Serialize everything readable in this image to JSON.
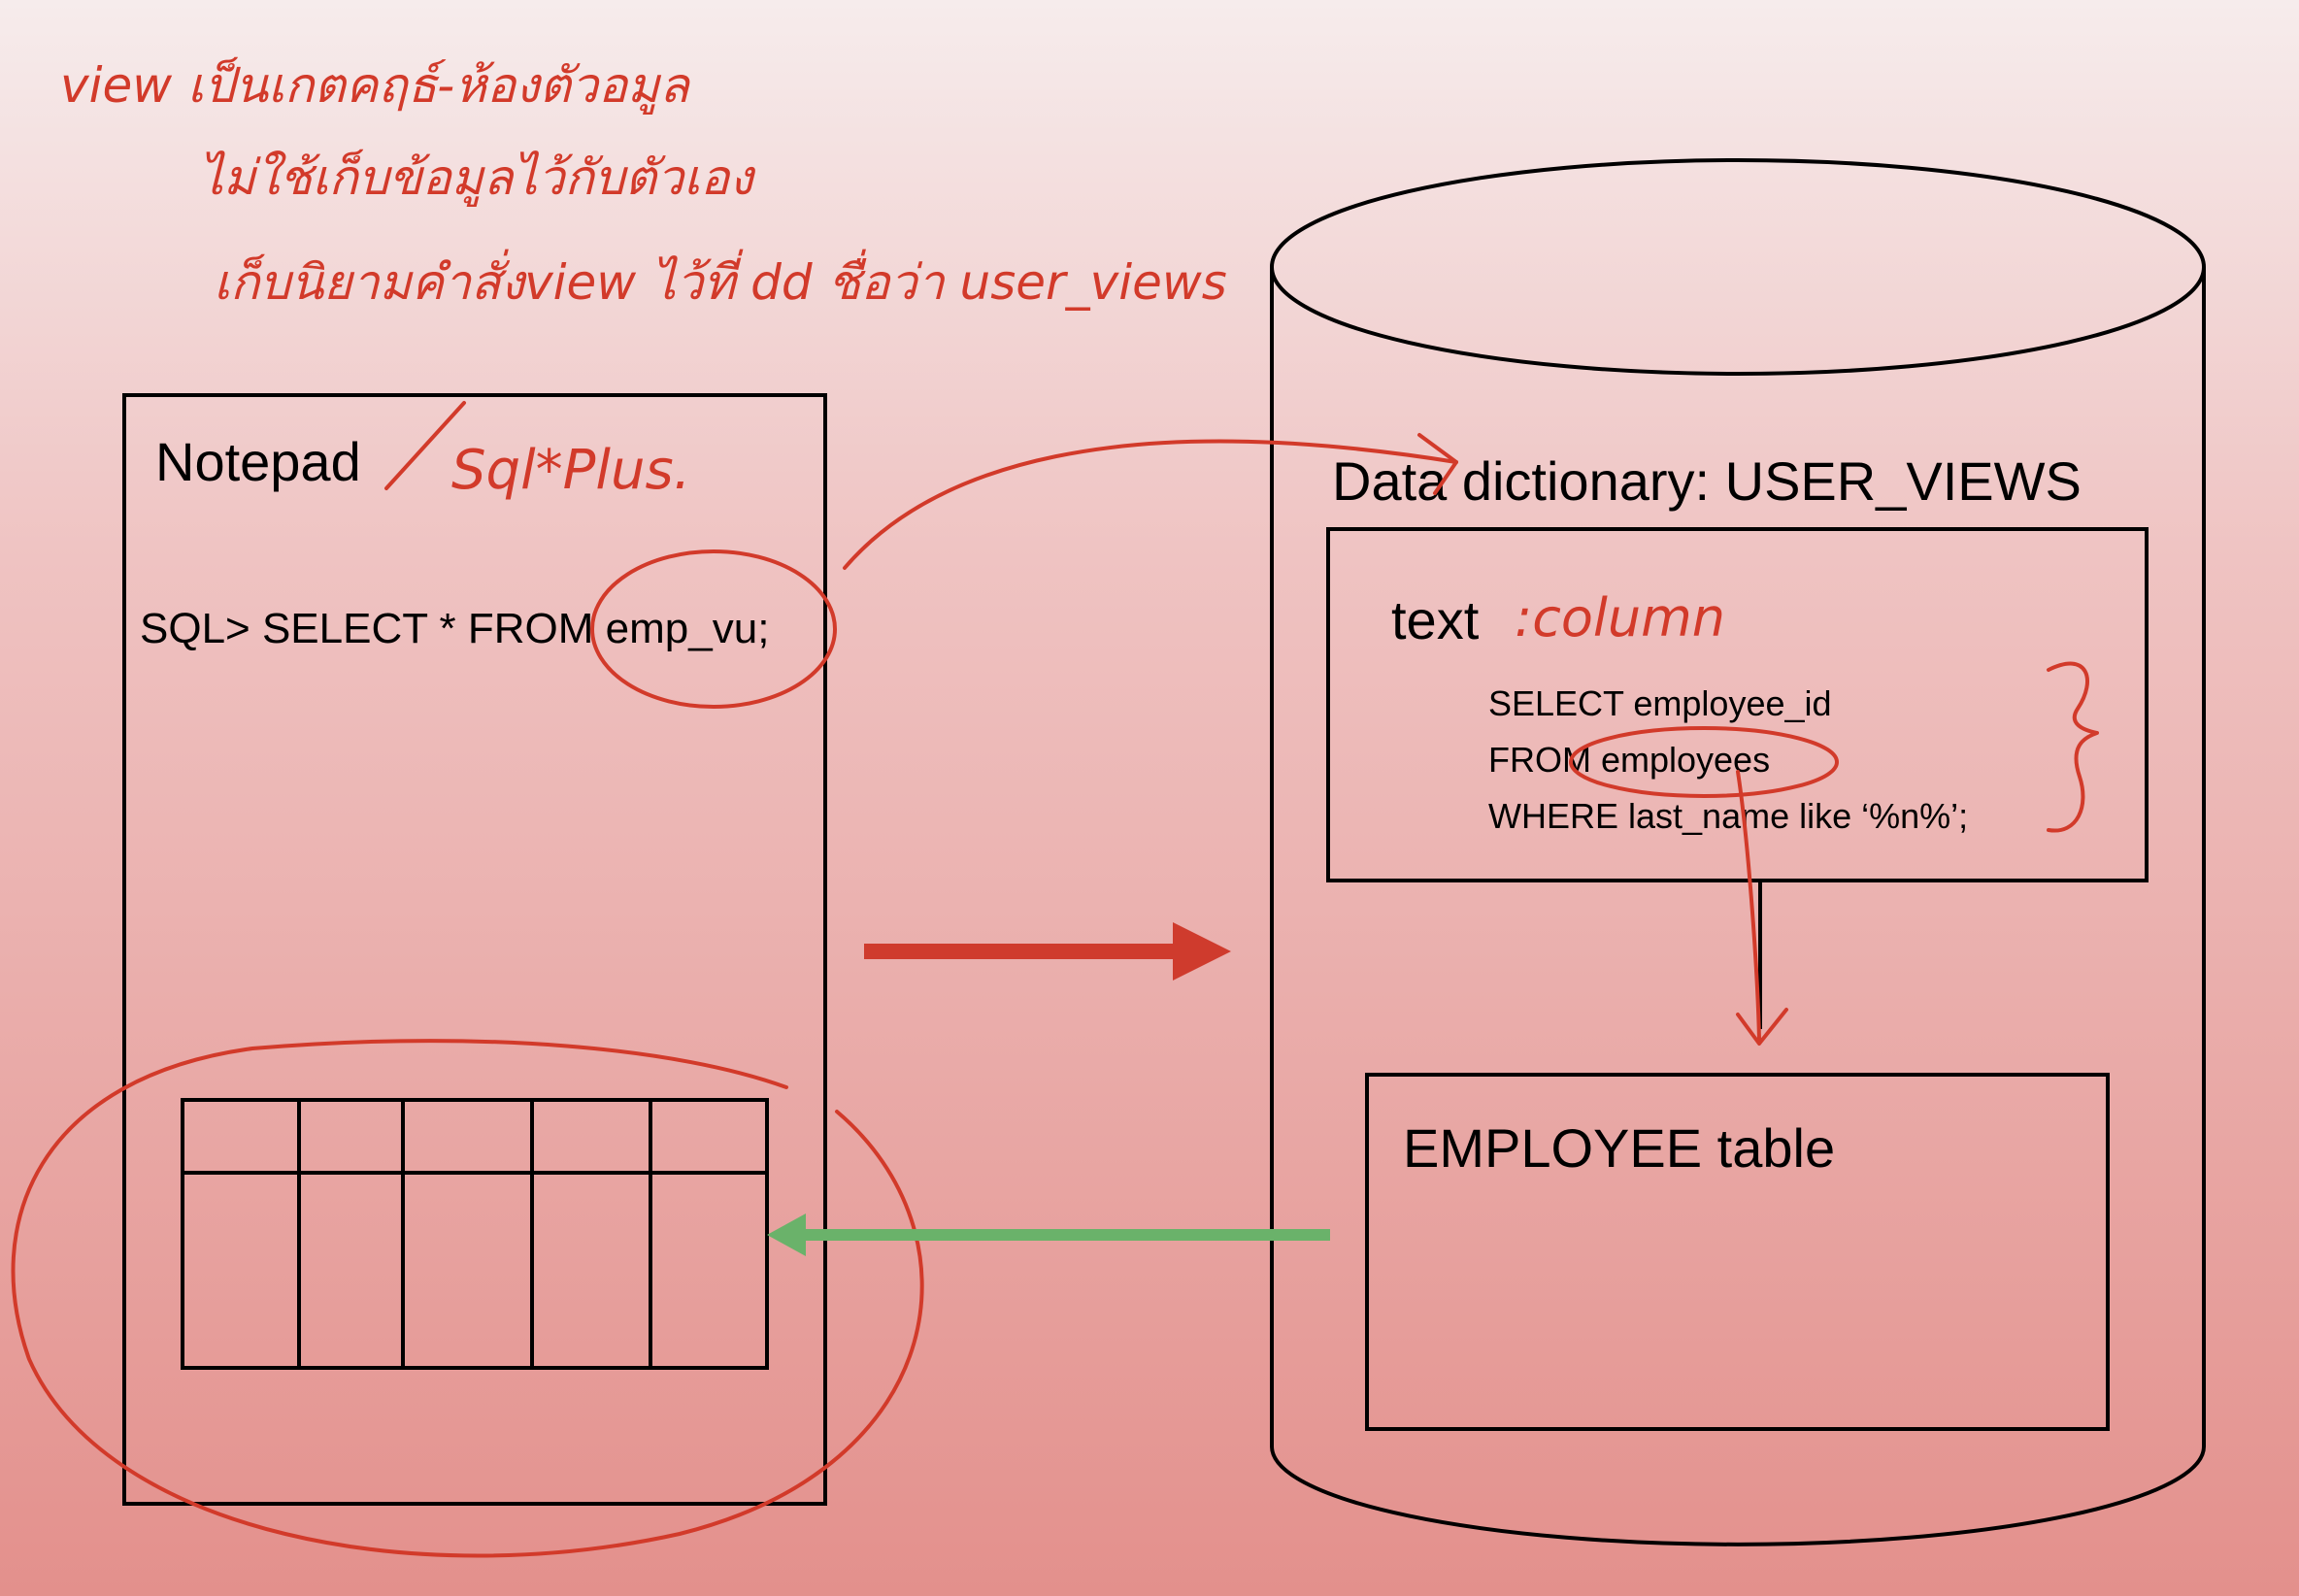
{
  "annotations": {
    "line1": "view เป็นเกตคฤธ์-ห้องตัวอมูล",
    "line2": "ไม่ใช้เก็บข้อมูลไว้กับตัวเอง",
    "line3": "เก็บนิยามคำสั่งview ไว้ที่ dd ชื่อว่า user_views",
    "tool": "Sql*Plus.",
    "column_note": ":column"
  },
  "notepad": {
    "title": "Notepad",
    "query": "SQL> SELECT * FROM emp_vu;"
  },
  "database": {
    "dictionary_label": "Data dictionary: USER_VIEWS",
    "text_label": "text",
    "sql_lines": [
      "SELECT employee_id",
      "FROM employees",
      "WHERE last_name like ‘%n%’;"
    ],
    "table_label": "EMPLOYEE table"
  },
  "colors": {
    "ink": "#d23a2a",
    "arrow_red": "#cf3b2d",
    "arrow_green": "#6ab26a"
  }
}
